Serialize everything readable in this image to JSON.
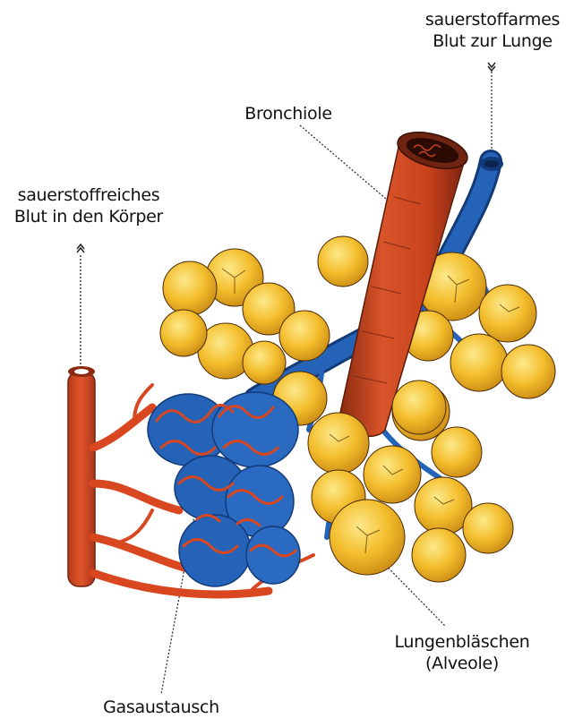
{
  "labels": {
    "deoxygenated": {
      "line1": "sauerstoffarmes",
      "line2": "Blut zur Lunge"
    },
    "oxygenated": {
      "line1": "sauerstoffreiches",
      "line2": "Blut in den Körper"
    },
    "bronchiole": "Bronchiole",
    "alveoli": {
      "line1": "Lungenbläschen",
      "line2": "(Alveole)"
    },
    "gas_exchange": "Gasaustausch"
  },
  "colors": {
    "artery": "#d8471f",
    "artery_dark": "#8a2a10",
    "vein": "#2563b8",
    "vein_dark": "#123a78",
    "alveolus": "#f3bd2c",
    "alveolus_light": "#fbe27a",
    "alveolus_dark": "#b9780f",
    "bronchiole": "#c8431c",
    "bronchiole_dark": "#6e2410"
  }
}
